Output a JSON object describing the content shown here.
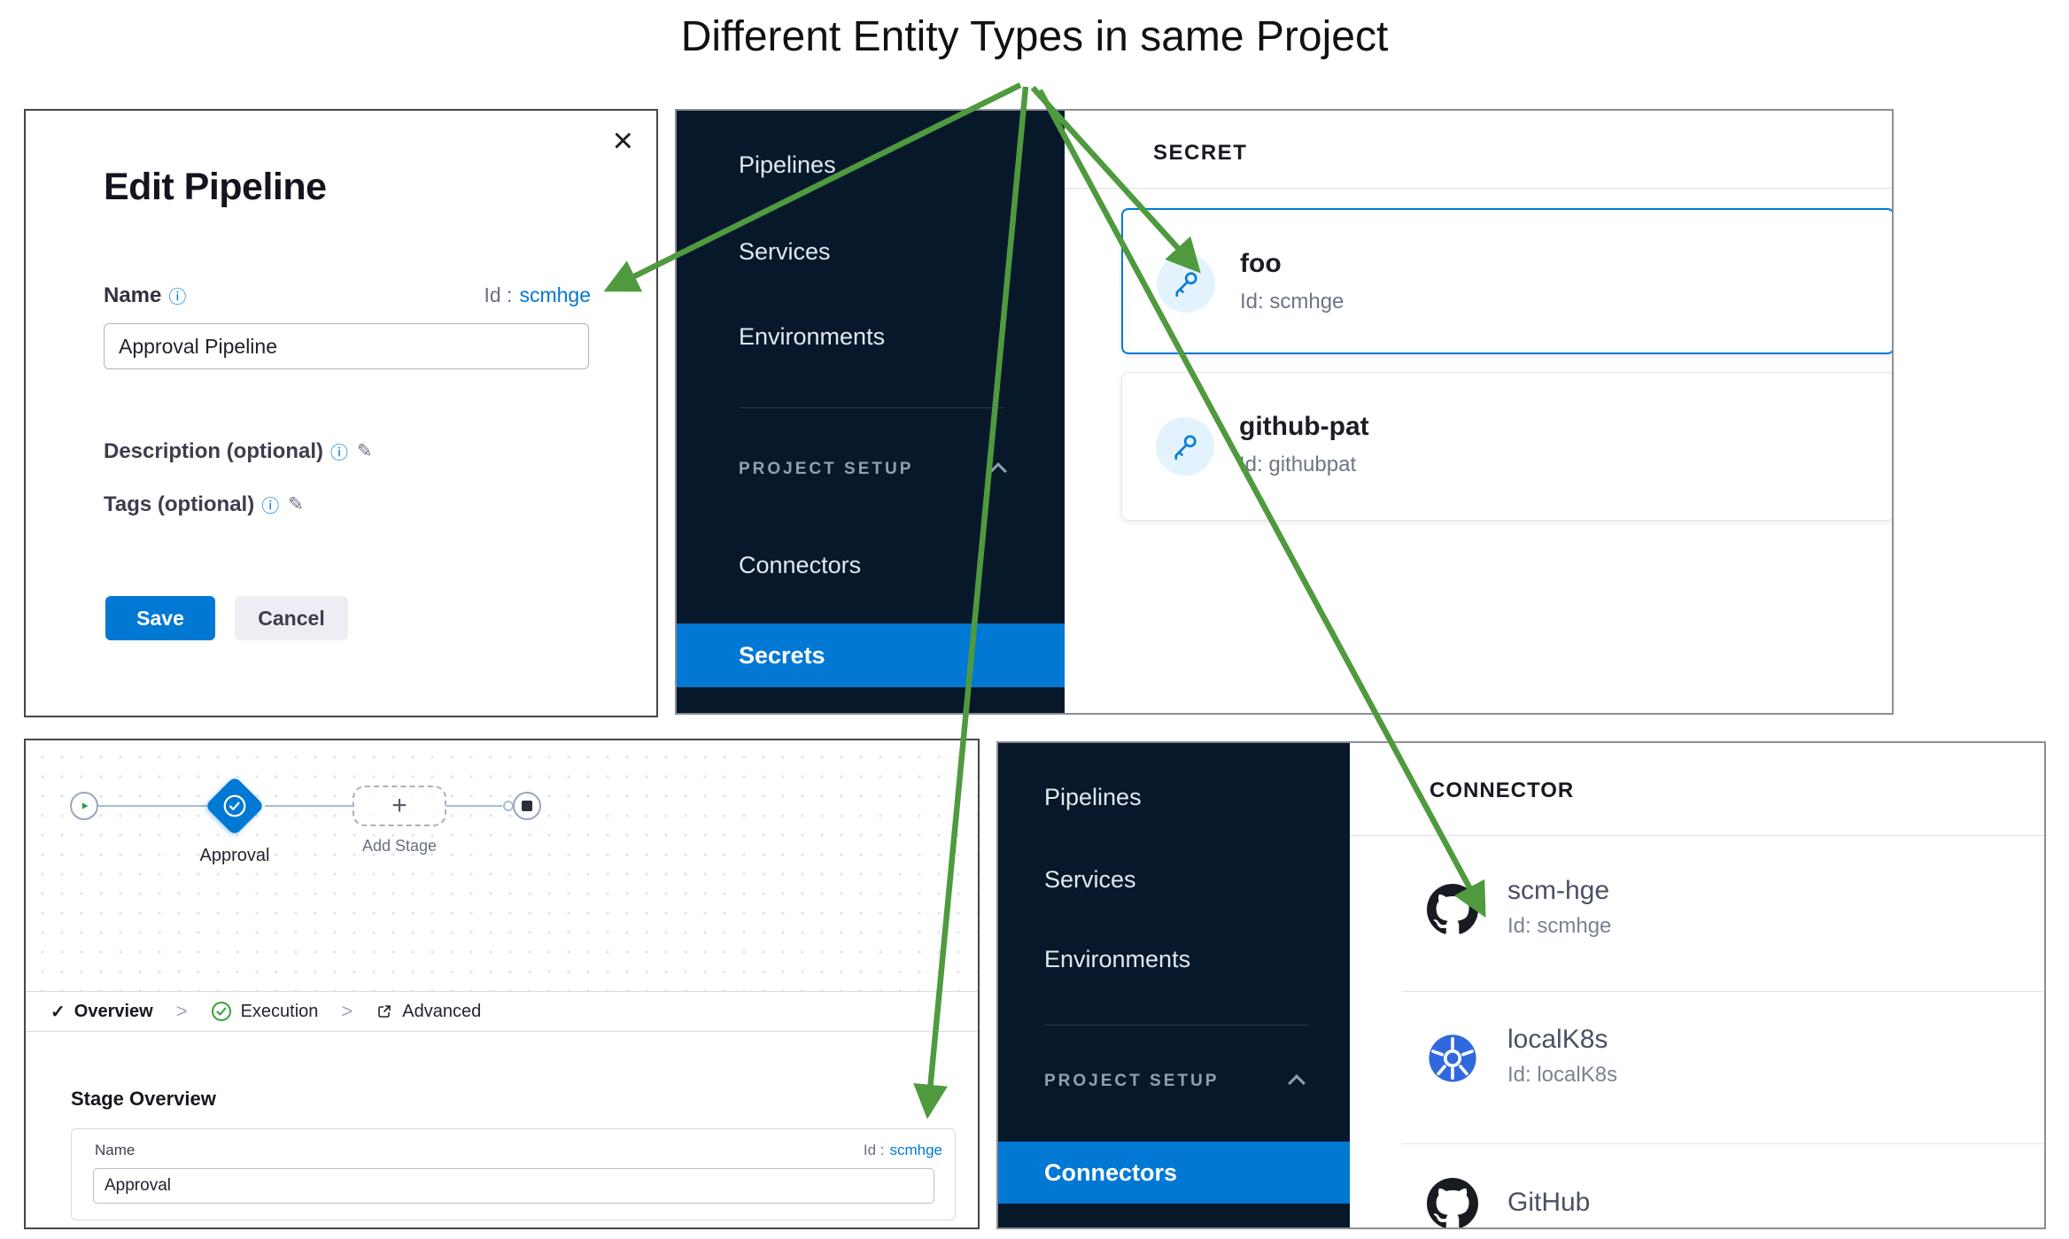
{
  "title": "Different Entity Types in same Project",
  "colors": {
    "accent_blue": "#0278d5",
    "sidebar_bg": "#07182b",
    "arrow_green": "#4f9a3f",
    "kubernetes_blue": "#3069de",
    "github_dark": "#191b22"
  },
  "icons": {
    "close": "×",
    "info": "ⓘ",
    "edit": "✎",
    "check": "✓",
    "chevron": ">",
    "plus": "+"
  },
  "edit_pipeline": {
    "title": "Edit Pipeline",
    "name_label": "Name",
    "id_label": "Id :",
    "id_value": "scmhge",
    "name_value": "Approval Pipeline",
    "description_label": "Description (optional)",
    "tags_label": "Tags (optional)",
    "save_label": "Save",
    "cancel_label": "Cancel"
  },
  "secrets_view": {
    "sidebar": {
      "items": [
        "Pipelines",
        "Services",
        "Environments"
      ],
      "section_label": "PROJECT SETUP",
      "connectors_label": "Connectors",
      "active_label": "Secrets"
    },
    "heading": "SECRET",
    "cards": [
      {
        "name": "foo",
        "id": "Id: scmhge"
      },
      {
        "name": "github-pat",
        "id": "Id: githubpat"
      }
    ]
  },
  "stage_editor": {
    "approval_label": "Approval",
    "add_stage_label": "Add Stage",
    "tabs": {
      "overview": "Overview",
      "execution": "Execution",
      "advanced": "Advanced"
    },
    "stage_overview": {
      "heading": "Stage Overview",
      "name_label": "Name",
      "id_label": "Id :",
      "id_value": "scmhge",
      "name_value": "Approval"
    }
  },
  "connectors_view": {
    "sidebar": {
      "items": [
        "Pipelines",
        "Services",
        "Environments"
      ],
      "section_label": "PROJECT SETUP",
      "active_label": "Connectors"
    },
    "heading": "CONNECTOR",
    "items": [
      {
        "name": "scm-hge",
        "id": "Id: scmhge"
      },
      {
        "name": "localK8s",
        "id": "Id: localK8s"
      },
      {
        "name": "GitHub",
        "id": ""
      }
    ]
  }
}
